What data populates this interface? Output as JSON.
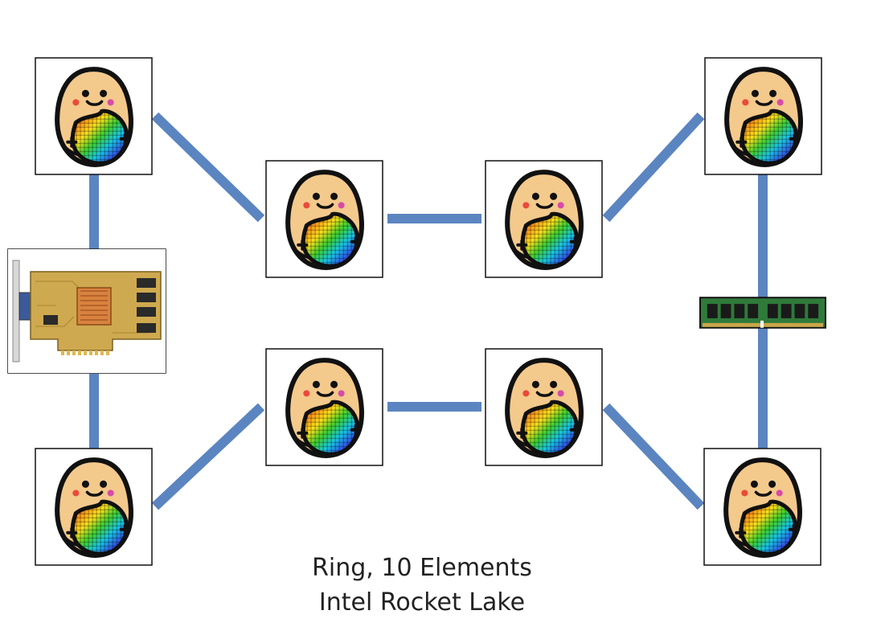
{
  "caption": {
    "line1": "Ring, 10 Elements",
    "line2": "Intel Rocket Lake"
  },
  "diagram": {
    "topology": "ring",
    "link_color": "#5b85c0",
    "node_icon": "potato-with-rainbow-wafer",
    "nodes": [
      {
        "id": "core-top-left",
        "kind": "core"
      },
      {
        "id": "core-top-inner-left",
        "kind": "core"
      },
      {
        "id": "core-top-inner-right",
        "kind": "core"
      },
      {
        "id": "core-top-right",
        "kind": "core"
      },
      {
        "id": "memory",
        "kind": "ram-module"
      },
      {
        "id": "core-bottom-right",
        "kind": "core"
      },
      {
        "id": "core-bottom-inner-right",
        "kind": "core"
      },
      {
        "id": "core-bottom-inner-left",
        "kind": "core"
      },
      {
        "id": "core-bottom-left",
        "kind": "core"
      },
      {
        "id": "graphics",
        "kind": "graphics-card"
      }
    ]
  }
}
